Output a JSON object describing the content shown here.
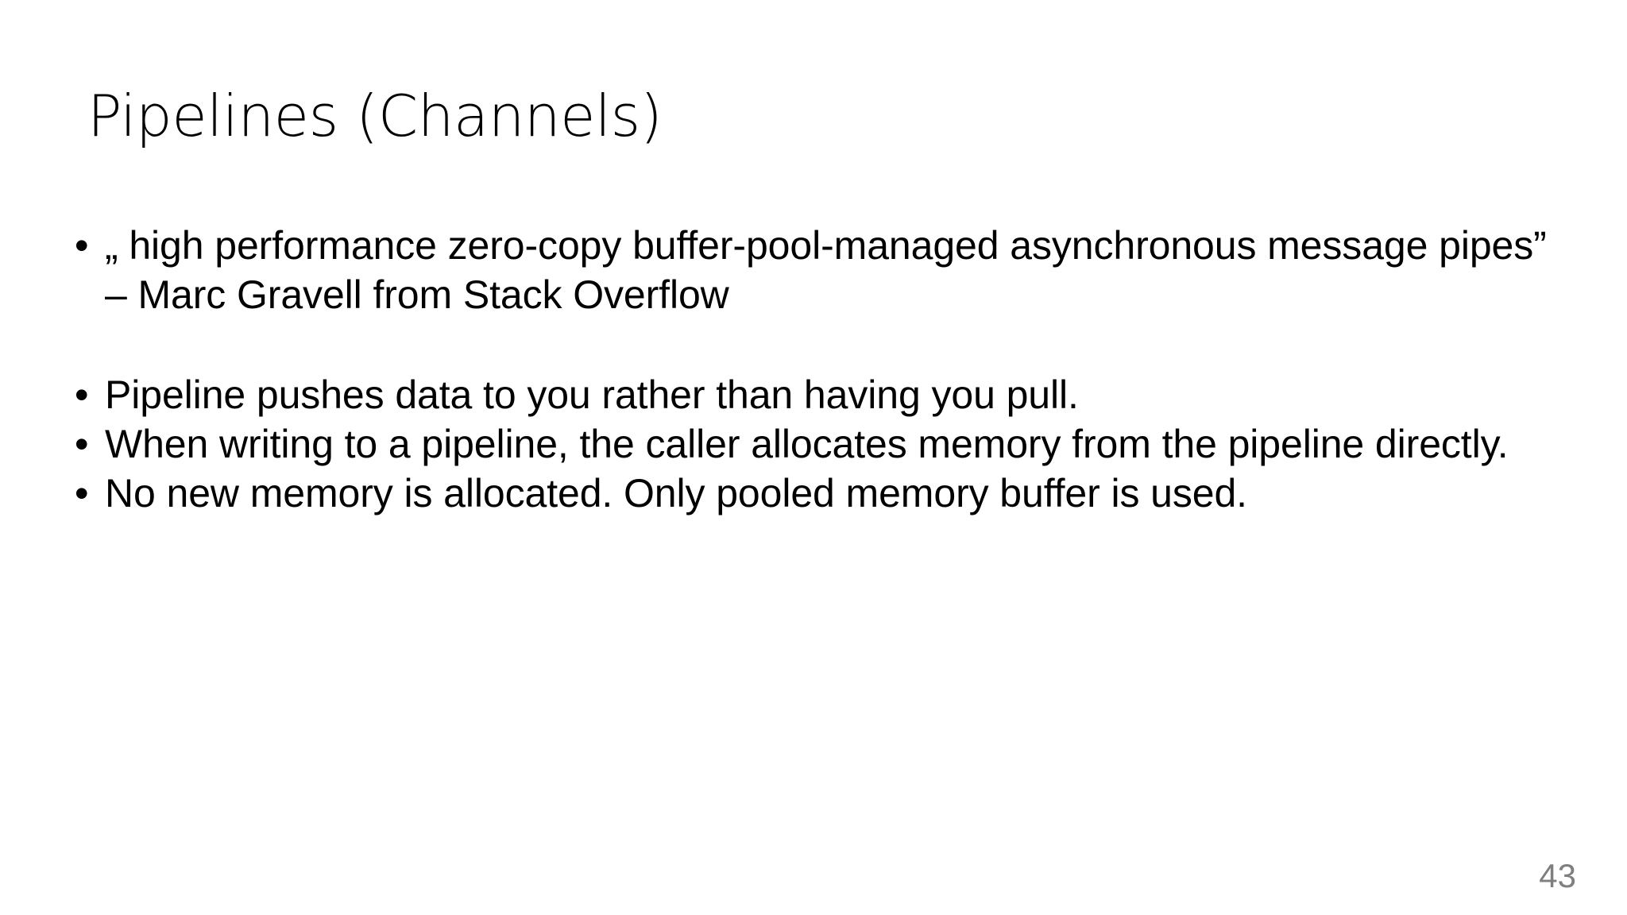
{
  "slide": {
    "title": "Pipelines (Channels)",
    "background_color": "#FFFFFF",
    "text_color": "#000000",
    "page_number": "43",
    "page_number_color": "#7F7F7F",
    "bullet_glyph": "•"
  },
  "body": {
    "groups": [
      {
        "name": "quote-group",
        "bullets": [
          {
            "marker": "•",
            "text": "„ high performance zero-copy buffer-pool-managed asynchronous message pipes” – Marc Gravell from Stack Overflow"
          }
        ]
      },
      {
        "name": "facts-group",
        "bullets": [
          {
            "marker": "•",
            "text": "Pipeline pushes data to you rather than having you pull."
          },
          {
            "marker": "•",
            "text": "When writing to a pipeline, the caller allocates memory from the pipeline directly."
          },
          {
            "marker": "•",
            "text": "No new memory is allocated. Only pooled memory buffer is used."
          }
        ]
      }
    ]
  }
}
